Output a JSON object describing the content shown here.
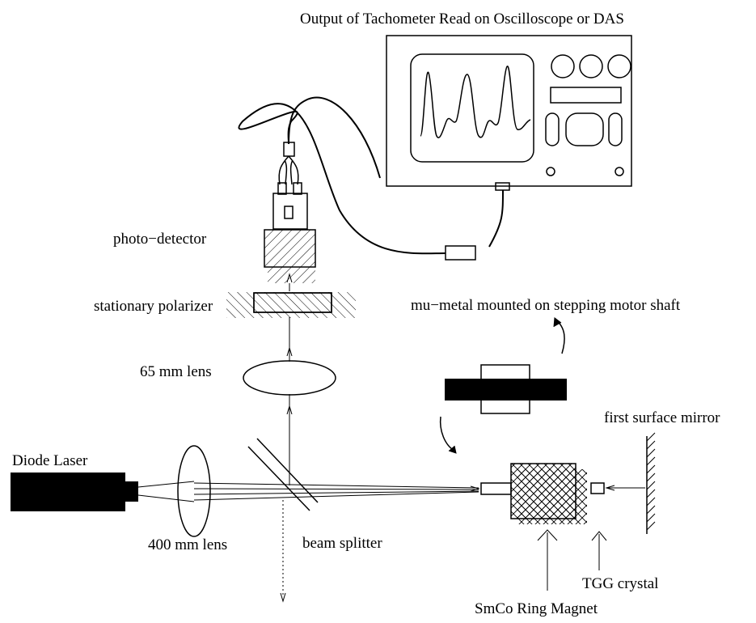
{
  "labels": {
    "oscilloscope": "Output of Tachometer Read on Oscilloscope or DAS",
    "photo_detector": "photo−detector",
    "stationary_polarizer": "stationary polarizer",
    "lens_65": "65 mm lens",
    "mu_metal": "mu−metal mounted on stepping motor shaft",
    "first_surface_mirror": "first surface mirror",
    "diode_laser": "Diode Laser",
    "lens_400": "400 mm lens",
    "beam_splitter": "beam splitter",
    "tgg_crystal": "TGG crystal",
    "smco_magnet": "SmCo Ring Magnet"
  },
  "colors": {
    "ink": "#000000",
    "background": "#ffffff"
  }
}
